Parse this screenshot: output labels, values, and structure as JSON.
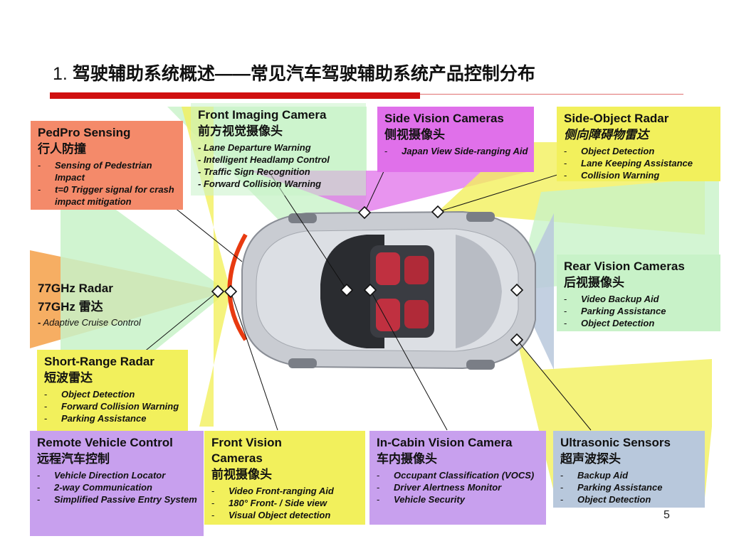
{
  "title": {
    "number": "1.",
    "text": "驾驶辅助系统概述——常见汽车驾驶辅助系统产品控制分布"
  },
  "colors": {
    "accent_red": "#d01010",
    "pink": "#f48a6a",
    "lavender": "#c8a0ee",
    "magenta": "#e060ea",
    "yellow": "#f2f05c",
    "green": "#c2f2c2",
    "steel": "#b8c8dc"
  },
  "boxes": {
    "pedpro": {
      "title": "PedPro Sensing",
      "cn": "行人防撞",
      "items": [
        "Sensing of Pedestrian Impact",
        "t=0 Trigger signal for crash impact mitigation"
      ]
    },
    "front_imaging": {
      "title": "Front Imaging Camera",
      "cn": "前方视觉摄像头",
      "items": [
        "- Lane Departure Warning",
        "- Intelligent Headlamp Control",
        "- Traffic Sign Recognition",
        "- Forward Collision Warning"
      ]
    },
    "side_vision": {
      "title": "Side Vision Cameras",
      "cn": "侧视摄像头",
      "items": [
        "Japan View Side-ranging Aid"
      ]
    },
    "side_object": {
      "title": "Side-Object Radar",
      "cn": "侧向障碍物雷达",
      "items": [
        "Object Detection",
        "Lane Keeping Assistance",
        "Collision Warning"
      ]
    },
    "radar77": {
      "title": "77GHz Radar",
      "cn": "77GHz 雷达",
      "item_dash": "-",
      "item": "Adaptive Cruise Control"
    },
    "rear_vision": {
      "title": "Rear Vision Cameras",
      "cn": "后视摄像头",
      "items": [
        "Video Backup Aid",
        "Parking Assistance",
        "Object Detection"
      ]
    },
    "short_range": {
      "title": "Short-Range Radar",
      "cn": "短波雷达",
      "items": [
        "Object Detection",
        "Forward Collision Warning",
        "Parking Assistance"
      ]
    },
    "remote": {
      "title": "Remote Vehicle Control",
      "cn": "远程汽车控制",
      "items": [
        "Vehicle Direction Locator",
        "2-way Communication",
        "Simplified Passive Entry System"
      ]
    },
    "front_vision": {
      "title": "Front Vision Cameras",
      "cn": "前视摄像头",
      "items": [
        "Video Front-ranging Aid",
        "180° Front- / Side view",
        "Visual Object detection"
      ]
    },
    "in_cabin": {
      "title": "In-Cabin Vision Camera",
      "cn": "车内摄像头",
      "items": [
        "Occupant Classification (VOCS)",
        "Driver Alertness Monitor",
        "Vehicle Security"
      ]
    },
    "ultrasonic": {
      "title": "Ultrasonic Sensors",
      "cn": "超声波探头",
      "items": [
        "Backup Aid",
        "Parking Assistance",
        "Object Detection"
      ]
    }
  },
  "page_number": "5"
}
